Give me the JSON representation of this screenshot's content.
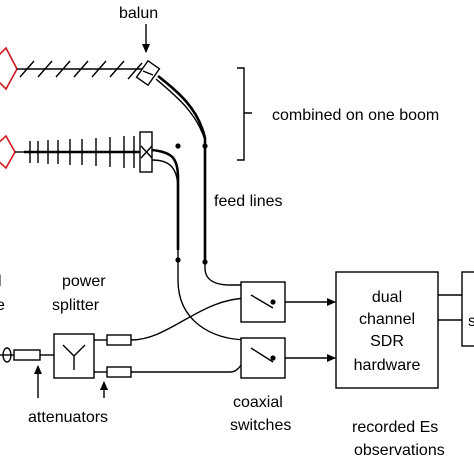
{
  "labels": {
    "balun": "balun",
    "combined": "combined on one boom",
    "feed_lines": "feed lines",
    "power_1": "power",
    "splitter": "splitter",
    "attenuators": "attenuators",
    "coaxial": "coaxial",
    "switches": "switches",
    "dual": "dual",
    "channel": "channel",
    "sdr": "SDR",
    "hardware": "hardware",
    "recorded": "recorded Es",
    "observations": "observations",
    "left_top": "l",
    "left_bottom": "e",
    "right_partial": "s"
  },
  "colors": {
    "line": "#000000",
    "antenna_feed": "#d0191e"
  }
}
